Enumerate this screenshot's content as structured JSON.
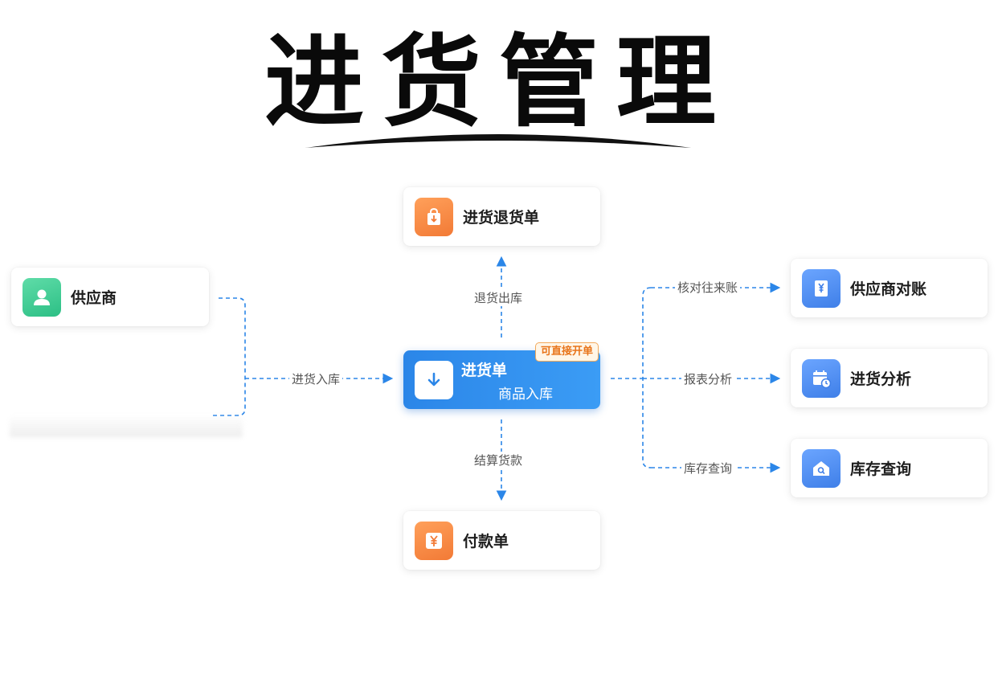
{
  "title": "进货管理",
  "center": {
    "title": "进货单",
    "subtitle": "商品入库",
    "badge": "可直接开单"
  },
  "nodes": {
    "supplier": "供应商",
    "purchase_return": "进货退货单",
    "payment": "付款单",
    "supplier_reconcile": "供应商对账",
    "purchase_analysis": "进货分析",
    "inventory_query": "库存查询"
  },
  "connectors": {
    "stock_in": "进货入库",
    "return_out": "退货出库",
    "settle_payment": "结算货款",
    "check_accounts": "核对往来账",
    "report_analysis": "报表分析",
    "inventory_query": "库存查询"
  },
  "icons": {
    "supplier": "user-icon",
    "purchase_return": "shopping-bag-icon",
    "payment": "yen-icon",
    "center": "download-arrow-icon",
    "supplier_reconcile": "yen-book-icon",
    "purchase_analysis": "calendar-clock-icon",
    "inventory_query": "house-search-icon"
  },
  "colors": {
    "accent_blue": "#2b86e8",
    "orange": "#f27a36",
    "green": "#2cbf85",
    "connector": "#2b86e8"
  }
}
